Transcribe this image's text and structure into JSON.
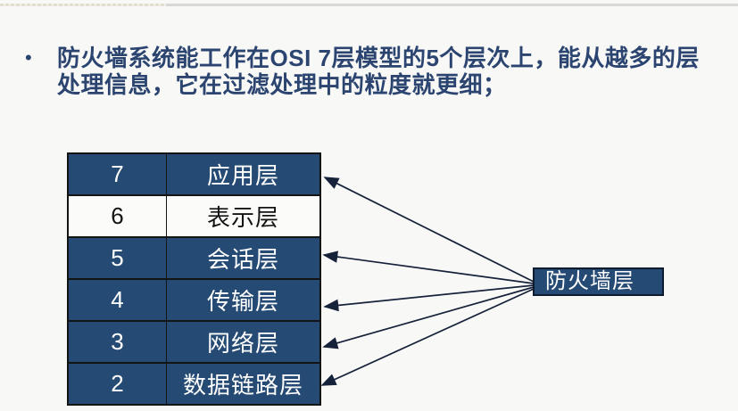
{
  "slide": {
    "background_color": "#f8f8f7",
    "accent_blue": "#254a73",
    "title_text_color": "#2b4570"
  },
  "bullet": {
    "marker": "•",
    "text": "防火墙系统能工作在OSI 7层模型的5个层次上，能从越多的层处理信息，它在过滤处理中的粒度就更细；"
  },
  "osi_table": {
    "rows": [
      {
        "number": "7",
        "label": "应用层",
        "filled": true,
        "arrow": true
      },
      {
        "number": "6",
        "label": "表示层",
        "filled": false,
        "arrow": false
      },
      {
        "number": "5",
        "label": "会话层",
        "filled": true,
        "arrow": true
      },
      {
        "number": "4",
        "label": "传输层",
        "filled": true,
        "arrow": true
      },
      {
        "number": "3",
        "label": "网络层",
        "filled": true,
        "arrow": true
      },
      {
        "number": "2",
        "label": "数据链路层",
        "filled": true,
        "arrow": true
      }
    ]
  },
  "firewall_box": {
    "label": "防火墙层"
  }
}
